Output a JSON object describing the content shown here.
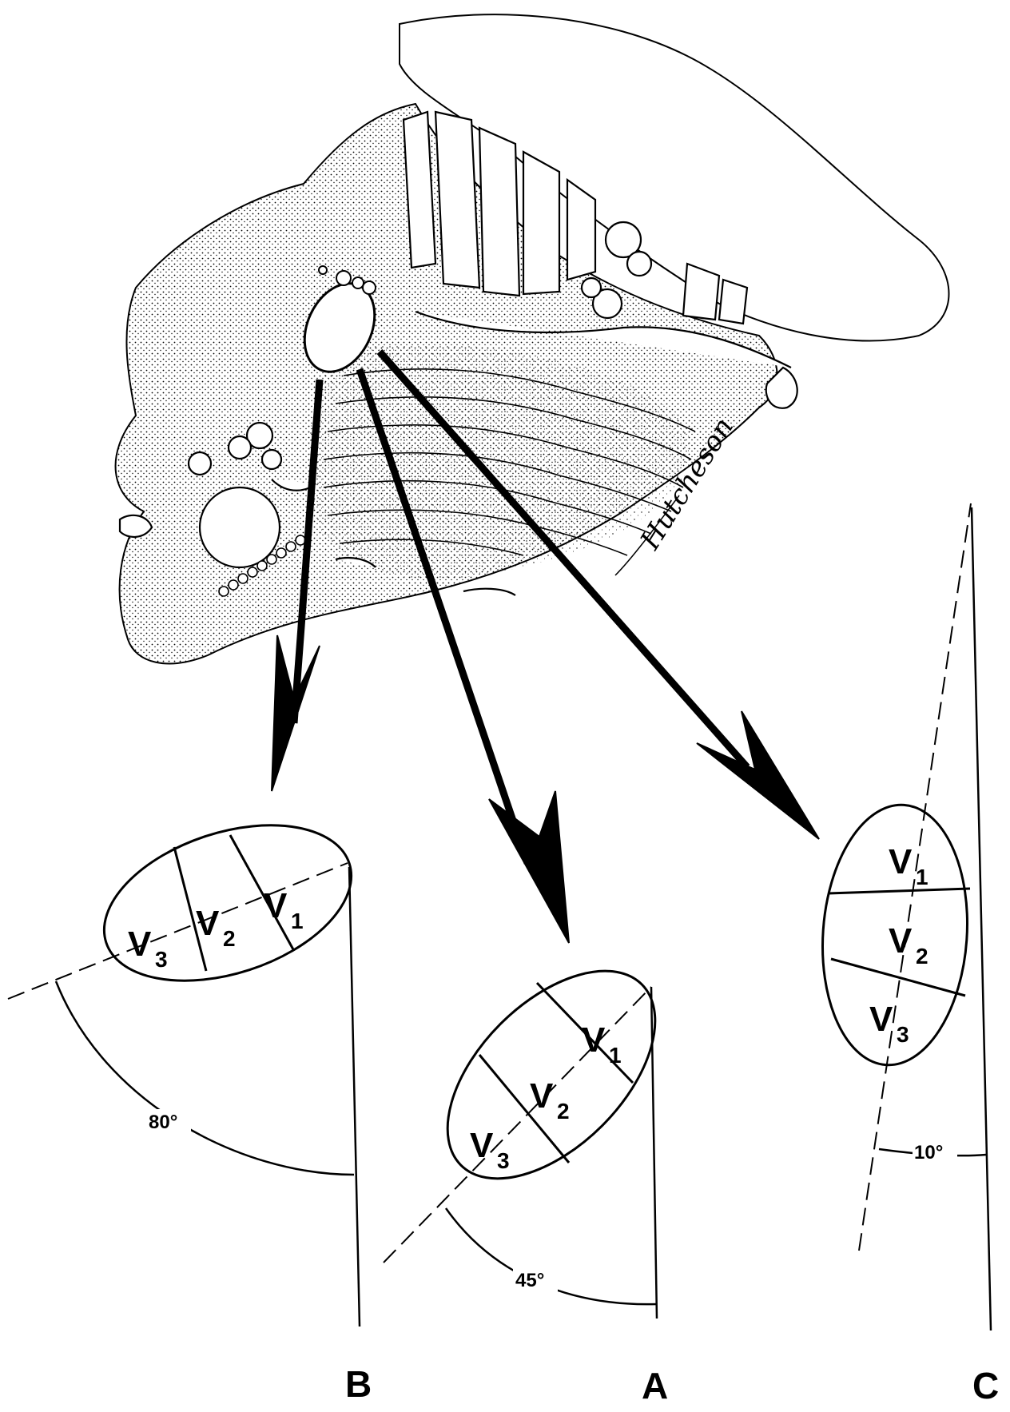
{
  "illustration": {
    "signature": "Hutcheson"
  },
  "views": [
    {
      "id": "B",
      "label": "B",
      "angle_label": "80°",
      "segments": [
        {
          "letter": "V",
          "sub": "1"
        },
        {
          "letter": "V",
          "sub": "2"
        },
        {
          "letter": "V",
          "sub": "3"
        }
      ]
    },
    {
      "id": "A",
      "label": "A",
      "angle_label": "45°",
      "segments": [
        {
          "letter": "V",
          "sub": "1"
        },
        {
          "letter": "V",
          "sub": "2"
        },
        {
          "letter": "V",
          "sub": "3"
        }
      ]
    },
    {
      "id": "C",
      "label": "C",
      "angle_label": "10°",
      "segments": [
        {
          "letter": "V",
          "sub": "1"
        },
        {
          "letter": "V",
          "sub": "2"
        },
        {
          "letter": "V",
          "sub": "3"
        }
      ]
    }
  ]
}
